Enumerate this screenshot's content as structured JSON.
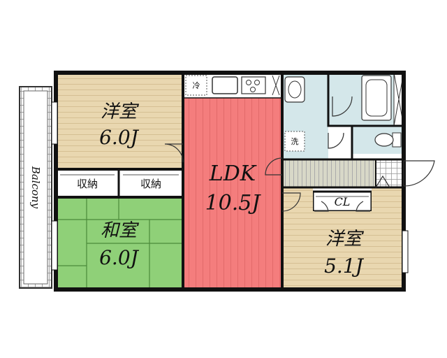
{
  "rooms": {
    "western_top": {
      "name": "洋室",
      "size": "6.0J"
    },
    "japanese": {
      "name": "和室",
      "size": "6.0J"
    },
    "ldk": {
      "name": "LDK",
      "size": "10.5J"
    },
    "western_right": {
      "name": "洋室",
      "size": "5.1J"
    }
  },
  "storage": {
    "left": "収納",
    "right": "収納",
    "closet": "CL"
  },
  "fixtures": {
    "fridge": "冷",
    "washer": "洗"
  },
  "balcony": "Balcony",
  "colors": {
    "western": "#e9d7b0",
    "western_line": "#d5bf93",
    "japanese": "#8fd078",
    "japanese_line": "#4a8a3a",
    "ldk": "#f47d7d",
    "ldk_line": "#d86060",
    "wet": "#d4e7ea",
    "hall": "#d8d8c8",
    "wall": "#111111"
  }
}
